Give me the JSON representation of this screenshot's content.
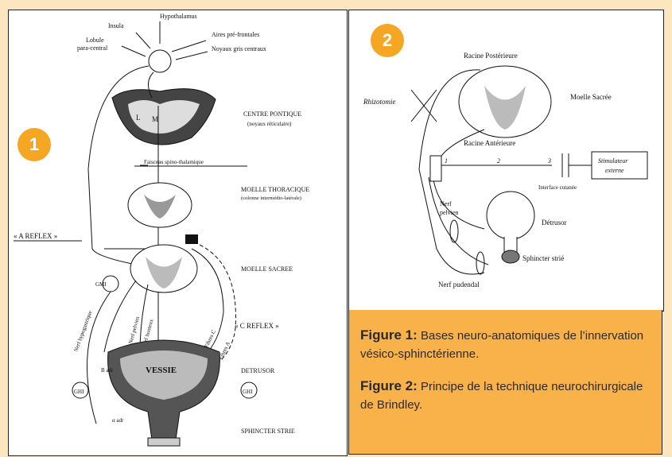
{
  "figure1": {
    "badge": "1",
    "top_labels": {
      "hypothalamus": "Hypothalamus",
      "insula": "Insula",
      "lobule": "Lobule",
      "para_central": "para-central",
      "aires": "Aires pré-frontales",
      "noyaux": "Noyaux gris centraux"
    },
    "centre_pontique": "CENTRE PONTIQUE",
    "centre_pontique_sub": "(noyaux réticulaire)",
    "l_label": "L",
    "m_label": "M",
    "faisceau": "Faisceau spino-thalamique",
    "moelle_thoracique": "MOELLE THORACIQUE",
    "moelle_thoracique_sub": "(colonne intermédio-latérale)",
    "a_reflex": "« A REFLEX »",
    "moelle_sacree": "MOELLE SACREE",
    "gm_label": "GMI",
    "c_reflex": "« C REFLEX »",
    "nerf_hypogastrique": "Nerf hypogastrique",
    "nerf_pelvien": "Nerf pelvien",
    "nerf_honteux": "Nerf honteux",
    "fibres_c": "Fibres C",
    "fibres_a": "Fibres A",
    "b_label": "B adr",
    "detrusor": "DETRUSOR",
    "vessie": "VESSIE",
    "ghi_left": "GHI",
    "ghi_right": "GHI",
    "a_label": "α adr",
    "sphincter": "SPHINCTER STRIE"
  },
  "figure2": {
    "badge": "2",
    "racine_post": "Racine Postérieure",
    "moelle_sacree": "Moelle Sacrée",
    "rhizotomie": "Rhizotomie",
    "racine_ant": "Racine Antérieure",
    "n1": "1",
    "n2": "2",
    "n3": "3",
    "stimulateur": "Stimulateur",
    "externe": "externe",
    "interface": "Interface cutanée",
    "nerf": "Nerf",
    "pelvien": "pelvien",
    "detrusor": "Détrusor",
    "sphincter": "Sphincter strié",
    "nerf_pudendal": "Nerf pudendal"
  },
  "captions": {
    "fig1_label": "Figure 1:",
    "fig1_text": "Bases neuro-anatomiques de l’innervation vésico-sphinctérienne.",
    "fig2_label": "Figure 2:",
    "fig2_text": "Principe de la technique neurochirurgicale de Brindley."
  },
  "colors": {
    "background": "#fbe6c0",
    "badge": "#f5a623",
    "caption_bg": "#f9b24a"
  }
}
